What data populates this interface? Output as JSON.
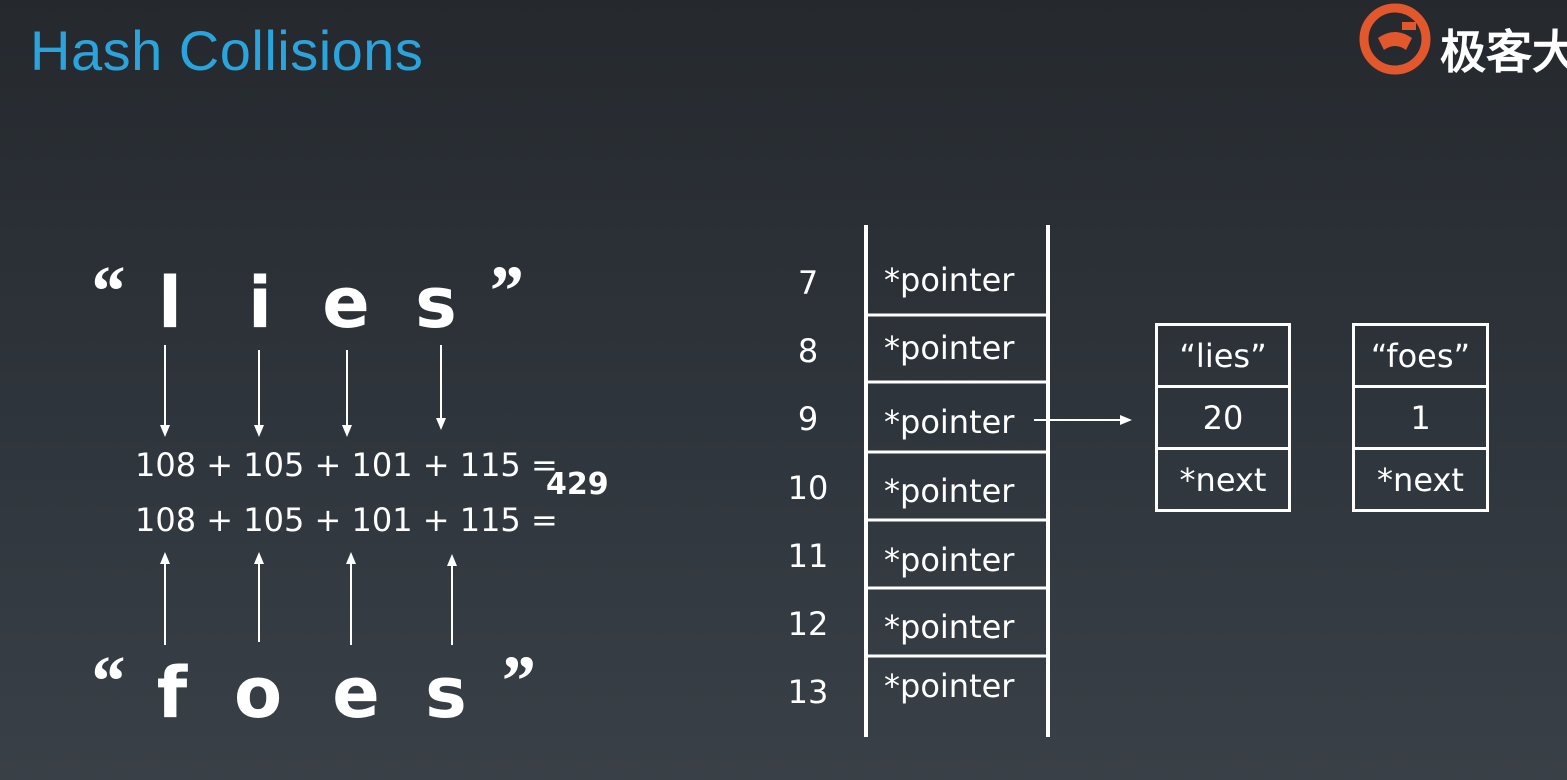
{
  "title": "Hash Collisions",
  "logo": {
    "text": "极客大",
    "icon": "geekbang-logo-icon",
    "color": "#e2572b"
  },
  "colors": {
    "title": "#2aa4dc",
    "background": "#2c3137"
  },
  "word1": {
    "open_quote": "“",
    "close_quote": "”",
    "letters": [
      "l",
      "i",
      "e",
      "s"
    ]
  },
  "word2": {
    "open_quote": "“",
    "close_quote": "”",
    "letters": [
      "f",
      "o",
      "e",
      "s"
    ]
  },
  "sums": [
    "108 + 105 + 101 + 115 =",
    "108 + 105 + 101 + 115 ="
  ],
  "result": "429",
  "table": {
    "indices": [
      "7",
      "8",
      "9",
      "10",
      "11",
      "12",
      "13"
    ],
    "cells": [
      "*pointer",
      "*pointer",
      "*pointer",
      "*pointer",
      "*pointer",
      "*pointer",
      "*pointer"
    ],
    "pointing_index": "9"
  },
  "nodes": [
    {
      "key": "“lies”",
      "value": "20",
      "next": "*next"
    },
    {
      "key": "“foes”",
      "value": "1",
      "next": "*next"
    }
  ]
}
